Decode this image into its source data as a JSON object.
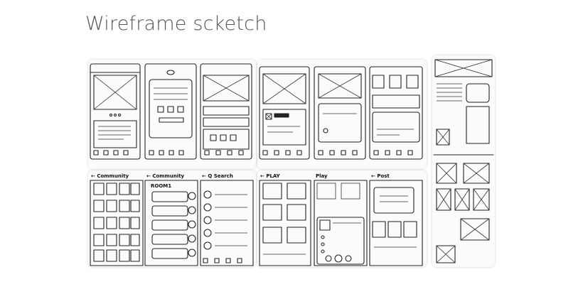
{
  "page": {
    "title": "Wireframe scketch"
  },
  "sketches": {
    "community_a": "Community",
    "community_b": "Community",
    "search": "Q Search",
    "play_a": "PLAY",
    "play_b": "Play",
    "post": "Post",
    "room": "ROOM1"
  }
}
